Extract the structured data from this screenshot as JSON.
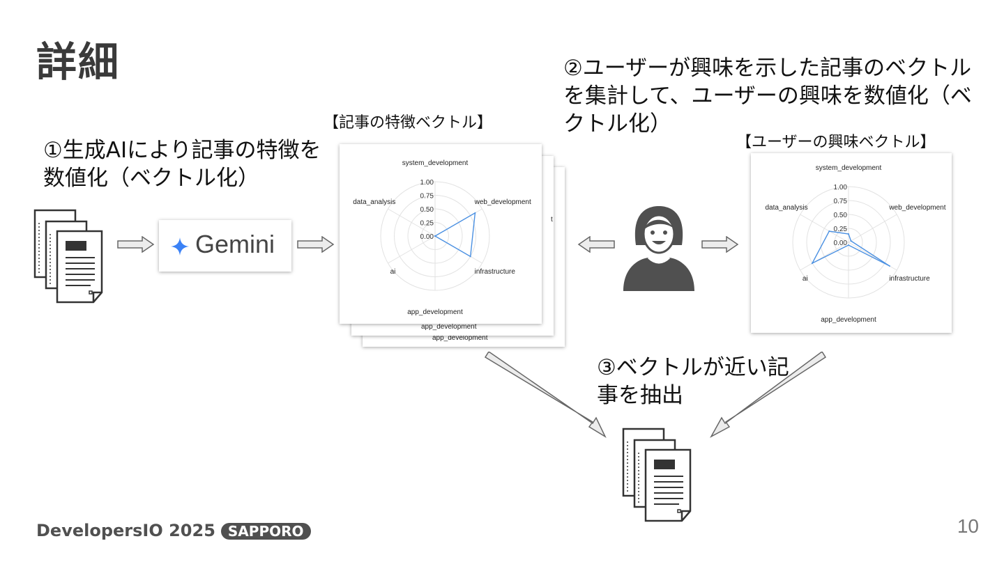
{
  "slide": {
    "title": "詳細",
    "step1": "①生成AIにより記事の特徴を数値化（ベクトル化）",
    "step2": "②ユーザーが興味を示した記事のベクトルを集計して、ユーザーの興味を数値化（ベクトル化）",
    "step3": "③ベクトルが近い記事を抽出",
    "article_vector_label": "【記事の特徴ベクトル】",
    "user_vector_label": "【ユーザーの興味ベクトル】",
    "gemini_label": "Gemini",
    "footer_brand": "DevelopersIO 2025",
    "footer_badge": "SAPPORO",
    "page_number": "10"
  },
  "icons": {
    "documents": "documents-stack-icon",
    "user": "user-avatar-icon",
    "gemini": "gemini-sparkle-icon",
    "arrow": "arrow-icon"
  },
  "colors": {
    "series": "#4a90e2",
    "gemini_star": "#3b82f6",
    "footer": "#505050"
  },
  "chart_data": [
    {
      "type": "radar",
      "categories": [
        "system_development",
        "web_development",
        "infrastructure",
        "app_development",
        "ai",
        "data_analysis"
      ],
      "ticks": [
        "1.00",
        "0.75",
        "0.50",
        "0.25",
        "0.00"
      ],
      "rlim": [
        0,
        1
      ],
      "series": [
        {
          "values": [
            0.0,
            0.85,
            0.75,
            0.0,
            0.0,
            0.0
          ]
        }
      ],
      "stacked_card_labels": [
        "app_development",
        "app_development"
      ]
    },
    {
      "type": "radar",
      "categories": [
        "system_development",
        "web_development",
        "infrastructure",
        "app_development",
        "ai",
        "data_analysis"
      ],
      "ticks": [
        "1.00",
        "0.75",
        "0.50",
        "0.25",
        "0.00"
      ],
      "rlim": [
        0,
        1
      ],
      "series": [
        {
          "values": [
            0.15,
            0.05,
            0.85,
            0.05,
            0.75,
            0.4
          ]
        }
      ]
    }
  ]
}
